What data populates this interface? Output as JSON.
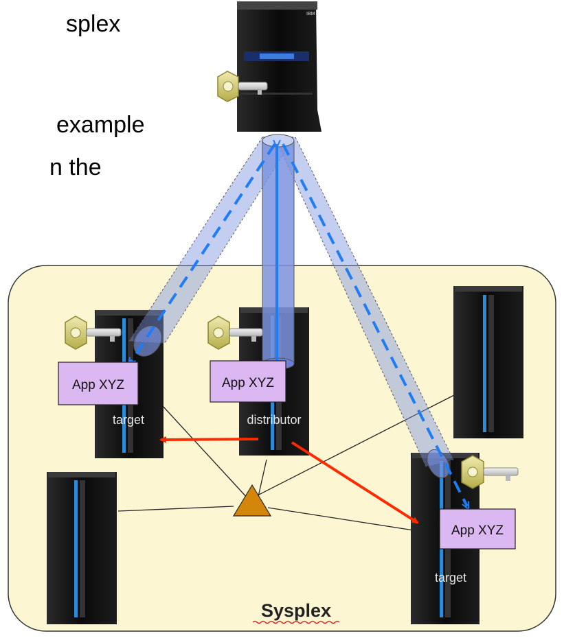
{
  "slide_text": [
    "splex",
    "example",
    "n the"
  ],
  "colors": {
    "sysplex_fill": "#fdf6d3",
    "sysplex_border": "#333333",
    "app_box": "#dcb8f2",
    "connection_fill": "#7b93e0",
    "connection_dash": "#1e7cf5",
    "route_arrow": "#ff2a00",
    "coupling_facility": "#d4860a",
    "key_gold": "#d6cf6f"
  },
  "icons": [
    "server-icon",
    "key-icon",
    "coupling-facility-triangle"
  ],
  "nodes": {
    "left_target": {
      "app": "App XYZ",
      "role": "target"
    },
    "distributor": {
      "app": "App XYZ",
      "role": "distributor"
    },
    "right_target": {
      "app": "App XYZ",
      "role": "target"
    }
  },
  "sysplex_label": "Sysplex"
}
